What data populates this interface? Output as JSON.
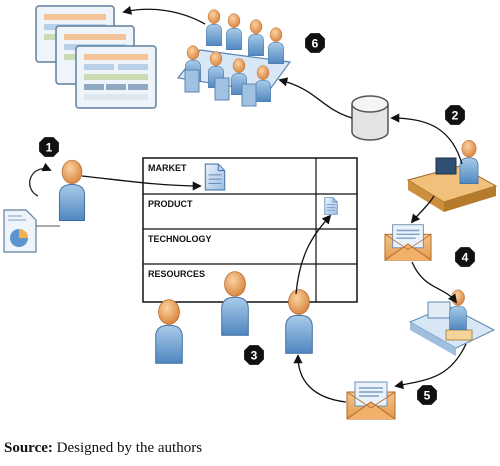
{
  "table": {
    "rows": [
      "MARKET",
      "PRODUCT",
      "TECHNOLOGY",
      "RESOURCES"
    ]
  },
  "steps": [
    "1",
    "2",
    "3",
    "4",
    "5",
    "6"
  ],
  "caption": {
    "label": "Source:",
    "text": "Designed by the authors"
  },
  "icons": {
    "people": "person-icon",
    "meeting": "meeting-table-icon",
    "database": "database-icon",
    "document": "document-icon",
    "report": "report-chart-icon",
    "envelope": "envelope-icon",
    "workstation": "workstation-icon",
    "diagrams": "stacked-diagram-icon"
  },
  "colors": {
    "person_skin": "#f0a860",
    "person_body": "#6f9fd0",
    "step_badge": "#111111",
    "arrow": "#111111"
  }
}
